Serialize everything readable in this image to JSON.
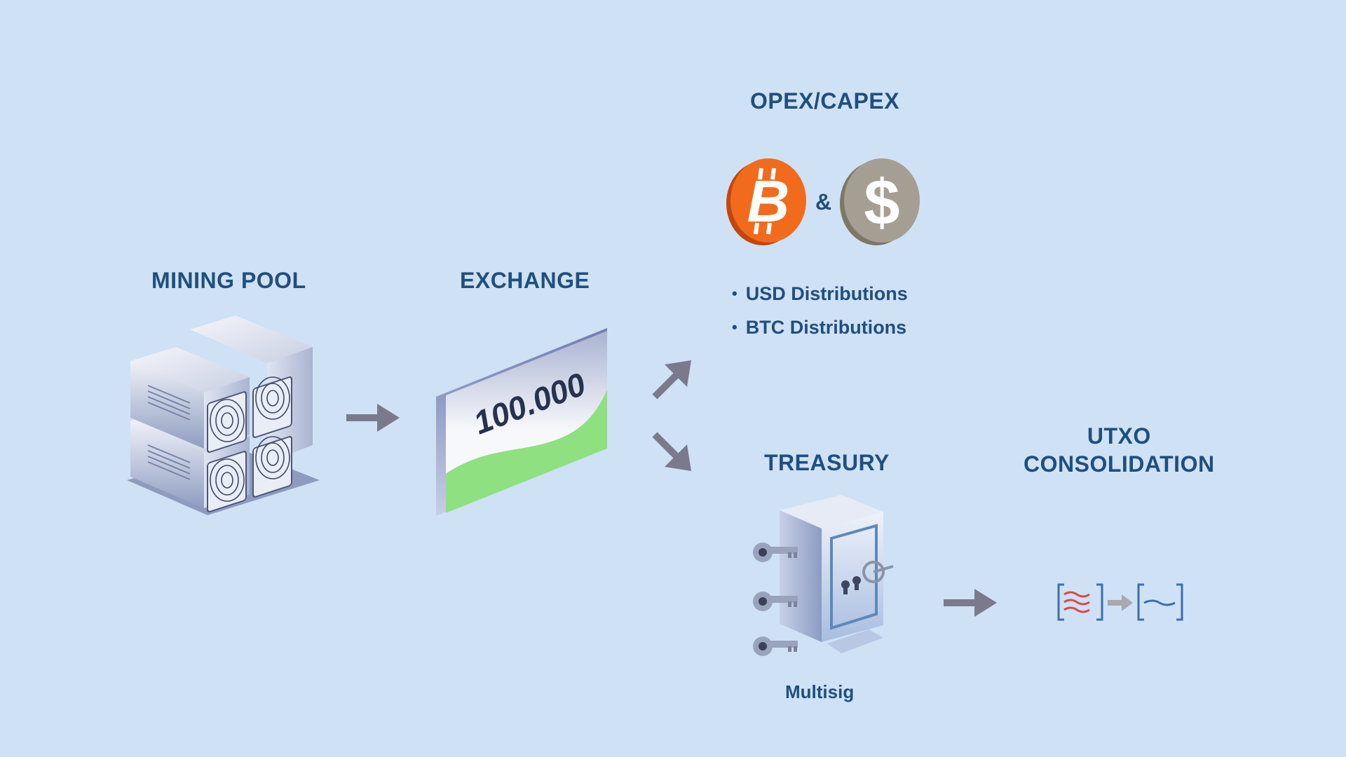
{
  "labels": {
    "mining_pool": "MINING POOL",
    "exchange": "EXCHANGE",
    "opex": "OPEX/CAPEX",
    "treasury": "TREASURY",
    "utxo_line1": "UTXO",
    "utxo_line2": "CONSOLIDATION"
  },
  "exchange_card": {
    "value": "100.000"
  },
  "opex": {
    "ampersand": "&",
    "bullets": [
      "USD Distributions",
      "BTC Distributions"
    ]
  },
  "treasury": {
    "caption": "Multisig"
  },
  "colors": {
    "background": "#cfe1f4",
    "text": "#1f4f7e",
    "arrow": "#7a7a8c",
    "bitcoin": "#f26b1d",
    "dollar": "#a59e92",
    "card_green": "#8ee080"
  },
  "icons": [
    "server-rack-icon",
    "exchange-card-icon",
    "bitcoin-coin-icon",
    "dollar-coin-icon",
    "safe-vault-icon",
    "key-icon",
    "utxo-consolidation-icon",
    "arrow-icon"
  ]
}
